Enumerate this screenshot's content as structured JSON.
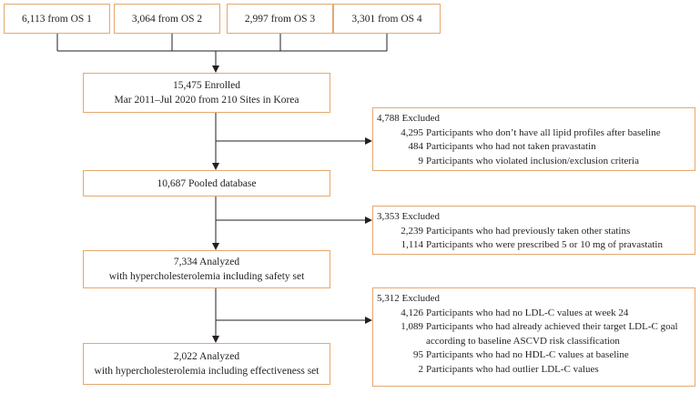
{
  "sources": [
    {
      "id": "os1",
      "label": "6,113 from OS 1"
    },
    {
      "id": "os2",
      "label": "3,064 from OS 2"
    },
    {
      "id": "os3",
      "label": "2,997 from OS 3"
    },
    {
      "id": "os4",
      "label": "3,301 from OS 4"
    }
  ],
  "enrolled": {
    "line1": "15,475 Enrolled",
    "line2": "Mar 2011–Jul 2020 from 210 Sites in Korea"
  },
  "pooled": {
    "line1": "10,687 Pooled database"
  },
  "analyzed_safety": {
    "line1": "7,334 Analyzed",
    "line2": "with hypercholesterolemia including safety set"
  },
  "analyzed_effectiveness": {
    "line1": "2,022 Analyzed",
    "line2": "with hypercholesterolemia including effectiveness set"
  },
  "exclusion_1": {
    "header": "4,788 Excluded",
    "items": [
      {
        "n": "4,295",
        "text": "Participants who don’t have all lipid profiles after baseline"
      },
      {
        "n": "484",
        "text": "Participants who had not taken pravastatin"
      },
      {
        "n": "9",
        "text": "Participants who violated inclusion/exclusion criteria"
      }
    ]
  },
  "exclusion_2": {
    "header": "3,353 Excluded",
    "items": [
      {
        "n": "2,239",
        "text": "Participants who had previously taken other statins"
      },
      {
        "n": "1,114",
        "text": "Participants who were prescribed 5 or 10 mg of pravastatin"
      }
    ]
  },
  "exclusion_3": {
    "header": "5,312 Excluded",
    "items": [
      {
        "n": "4,126",
        "text": "Participants who had no LDL-C values at week 24"
      },
      {
        "n": "1,089",
        "text": "Participants who had already achieved their target LDL-C goal",
        "cont": "according to baseline ASCVD risk classification"
      },
      {
        "n": "95",
        "text": "Participants who had no HDL-C values at baseline"
      },
      {
        "n": "2",
        "text": "Participants who had outlier LDL-C values"
      }
    ]
  },
  "colors": {
    "border": "#e4a86f",
    "line": "#231f20",
    "text": "#231f20"
  }
}
